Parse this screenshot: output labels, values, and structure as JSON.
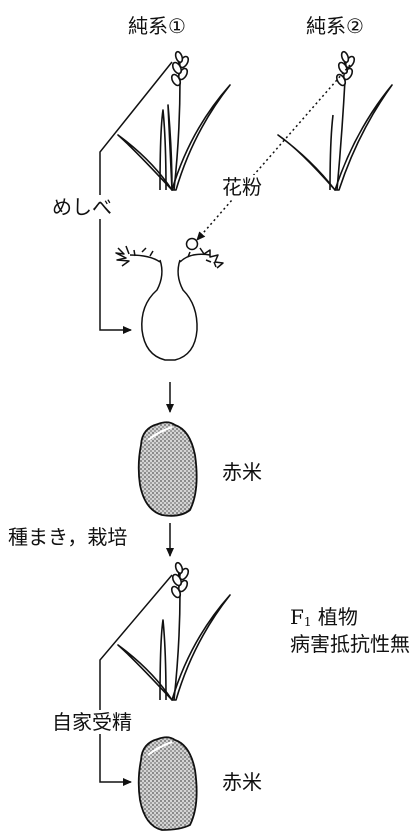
{
  "labels": {
    "pure_line_1": "純系①",
    "pure_line_2": "純系②",
    "pistil": "めしべ",
    "pollen": "花粉",
    "red_rice_1": "赤米",
    "sowing_cultivation": "種まき，栽培",
    "f1_letter": "F",
    "f1_subscript": "1",
    "f1_plant_suffix": " 植物",
    "no_disease_resistance": "病害抵抗性無し",
    "self_fertilization": "自家受精",
    "red_rice_2": "赤米"
  }
}
